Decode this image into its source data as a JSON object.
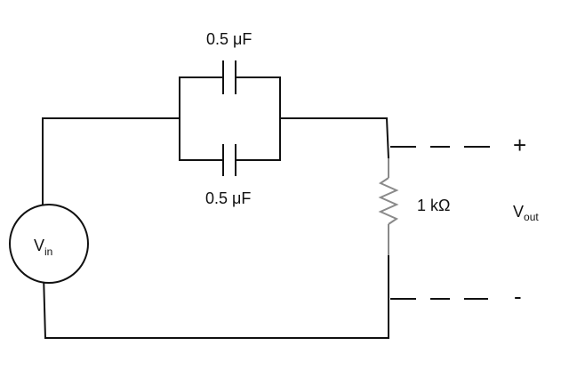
{
  "components": {
    "capacitor_top": {
      "value": "0.5 μF"
    },
    "capacitor_bottom": {
      "value": "0.5 μF"
    },
    "resistor": {
      "value": "1 kΩ"
    },
    "source": {
      "symbol": "V",
      "subscript": "in"
    }
  },
  "output": {
    "symbol": "V",
    "subscript": "out",
    "positive": "+",
    "negative": "-"
  }
}
